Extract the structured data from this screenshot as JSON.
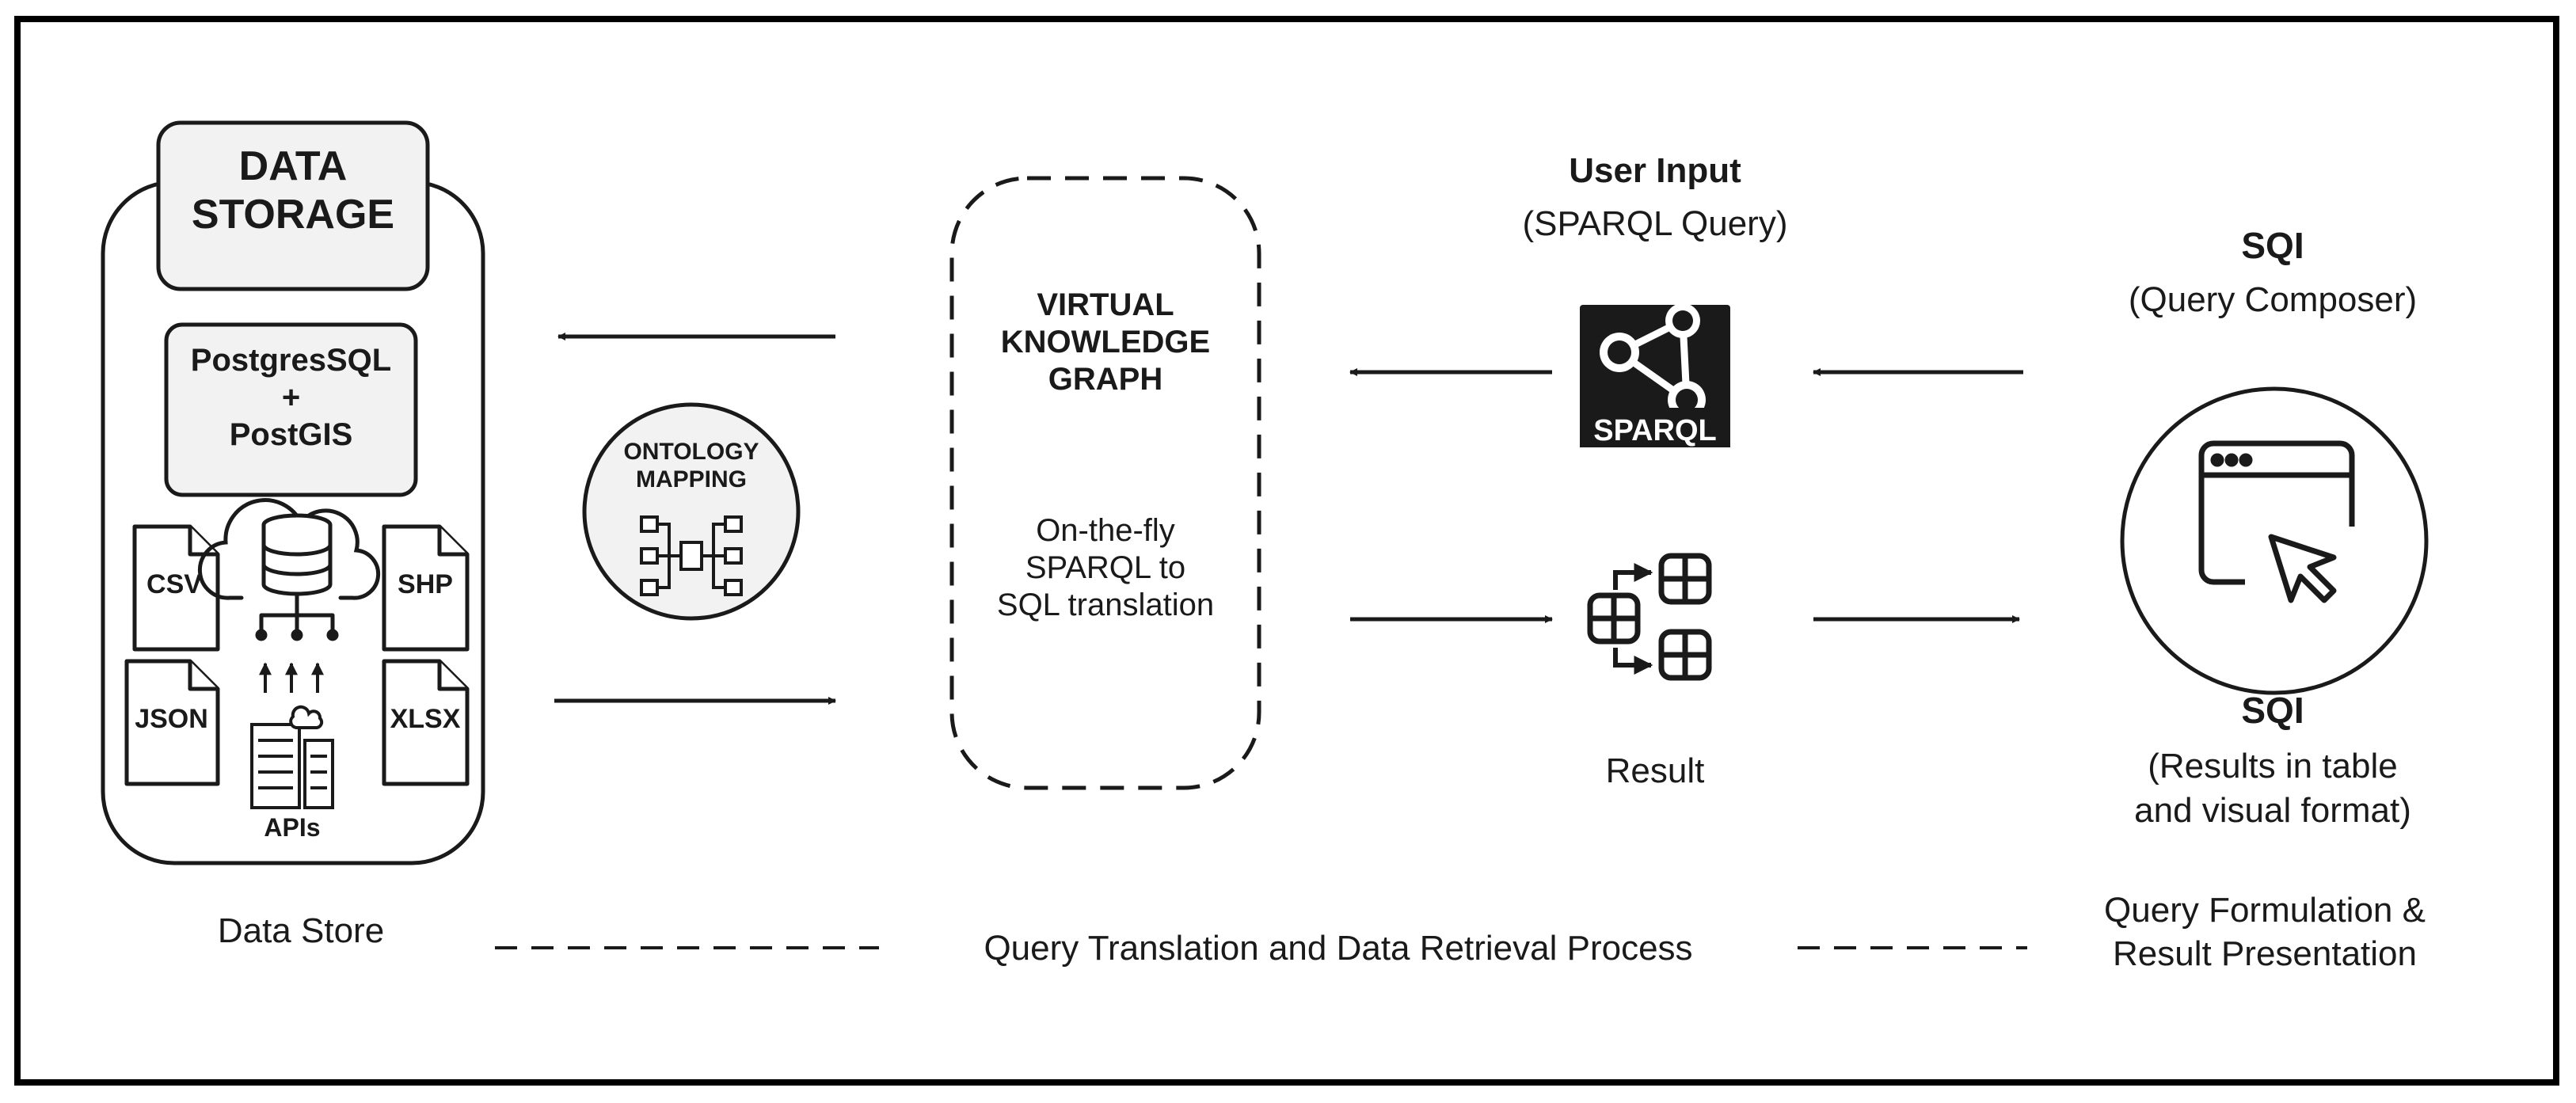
{
  "data_store": {
    "storage_title": [
      "DATA",
      "STORAGE"
    ],
    "db_lines": [
      "PostgresSQL",
      "+",
      "PostGIS"
    ],
    "files": {
      "csv": "CSV",
      "shp": "SHP",
      "json": "JSON",
      "xlsx": "XLSX"
    },
    "apis_label": "APIs",
    "section_label": "Data Store"
  },
  "ontology": {
    "lines": [
      "ONTOLOGY",
      "MAPPING"
    ]
  },
  "vkg": {
    "title_lines": [
      "VIRTUAL",
      "KNOWLEDGE",
      "GRAPH"
    ],
    "desc_lines": [
      "On-the-fly",
      "SPARQL to",
      "SQL translation"
    ]
  },
  "user_input": {
    "title": "User Input",
    "subtitle": "(SPARQL Query)",
    "logo_text": "SPARQL"
  },
  "result": {
    "label": "Result"
  },
  "sqi_top": {
    "title": "SQI",
    "subtitle": "(Query Composer)"
  },
  "sqi_bottom": {
    "title": "SQI",
    "lines": [
      "(Results in table",
      "and visual format)"
    ]
  },
  "footer": {
    "middle_label": "Query Translation and Data Retrieval Process",
    "right_lines": [
      "Query Formulation &",
      "Result Presentation"
    ]
  },
  "icons": [
    "database-cloud-icon",
    "server-rack-icon",
    "network-mapping-icon",
    "sparql-logo-icon",
    "table-transfer-icon",
    "browser-cursor-icon"
  ],
  "colors": {
    "line": "#1a1a1a",
    "panel_fill": "#f2f2f2",
    "background": "#ffffff"
  }
}
